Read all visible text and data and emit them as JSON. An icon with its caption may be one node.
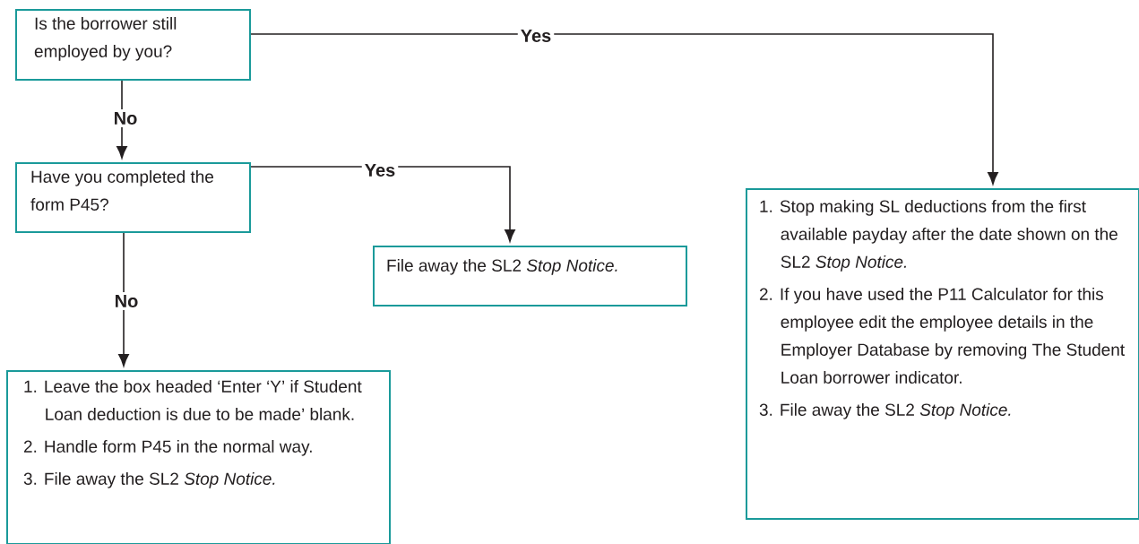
{
  "diagram": {
    "nodes": [
      {
        "text": [
          "Is the borrower still employed by you?"
        ]
      },
      {
        "text": [
          "Have you completed the form P45?"
        ]
      },
      {
        "text": [
          "File away the SL2 *Stop Notice.*"
        ]
      },
      {
        "text": [
          "1. Leave the box headed ‘Enter ‘Y’ if Student Loan deduction is due to be made’ blank.",
          "2. Handle form P45 in the normal way.",
          "3. File away the SL2 *Stop Notice.*"
        ]
      },
      {
        "text": [
          "1. Stop making SL deductions from the first available payday after the date shown on the SL2 *Stop Notice.*",
          "2. If you have used the P11 Calculator for this employee edit the employee details in the Employer Database by removing The Student Loan borrower indicator.",
          "3. File away the SL2 *Stop Notice.*"
        ]
      }
    ],
    "edges": [
      {
        "from": 0,
        "to": 4,
        "arrow": "to",
        "label": "Yes"
      },
      {
        "from": 0,
        "to": 1,
        "arrow": "to",
        "label": "No"
      },
      {
        "from": 1,
        "to": 2,
        "arrow": "to",
        "label": "Yes"
      },
      {
        "from": 1,
        "to": 3,
        "arrow": "to",
        "label": "No"
      }
    ]
  }
}
